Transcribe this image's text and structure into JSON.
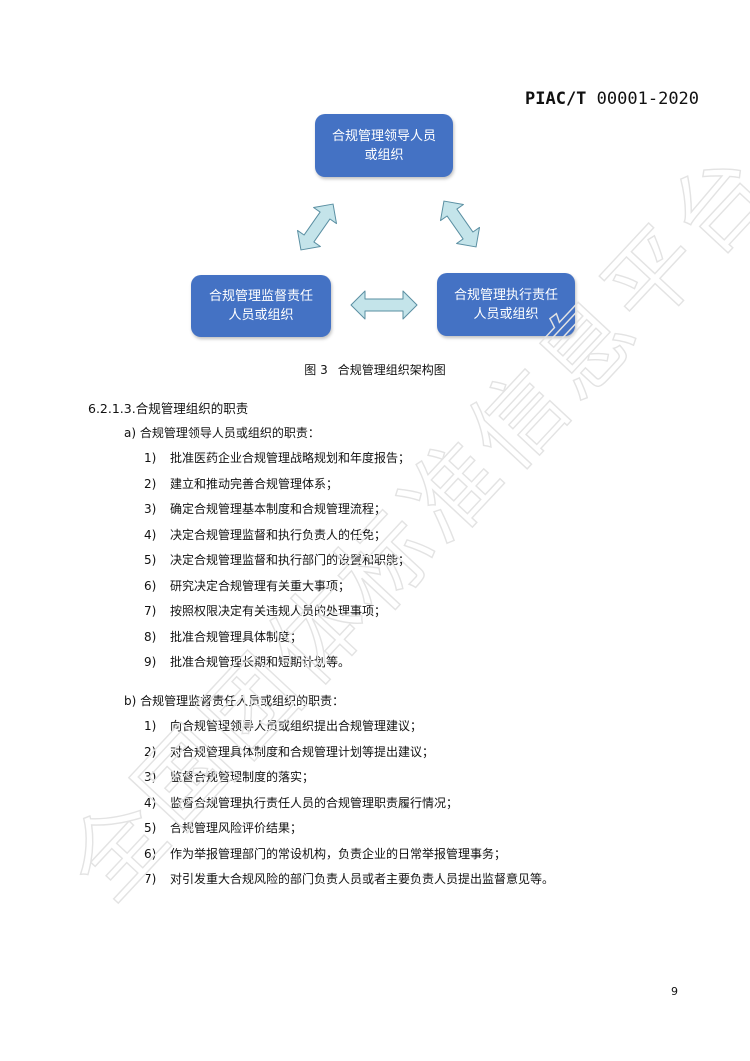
{
  "header": {
    "code_bold": "PIAC/T",
    "code_rest": "00001-2020"
  },
  "diagram": {
    "boxes": {
      "top": "合规管理领导人员或组织",
      "left": "合规管理监督责任人员或组织",
      "right": "合规管理执行责任人员或组织"
    },
    "box_color": "#4472c4",
    "arrow_color": "#c4e4ea",
    "arrow_stroke": "#5a8fa2"
  },
  "figure": {
    "label": "图 3",
    "title": "合规管理组织架构图"
  },
  "section": {
    "number": "6.2.1.3.",
    "title": "合规管理组织的职责"
  },
  "lists": [
    {
      "heading": "a) 合规管理领导人员或组织的职责：",
      "items": [
        {
          "num": "1)",
          "text": "批准医药企业合规管理战略规划和年度报告；"
        },
        {
          "num": "2)",
          "text": "建立和推动完善合规管理体系；"
        },
        {
          "num": "3)",
          "text": "确定合规管理基本制度和合规管理流程；"
        },
        {
          "num": "4)",
          "text": "决定合规管理监督和执行负责人的任免；"
        },
        {
          "num": "5)",
          "text": "决定合规管理监督和执行部门的设置和职能；"
        },
        {
          "num": "6)",
          "text": "研究决定合规管理有关重大事项；"
        },
        {
          "num": "7)",
          "text": "按照权限决定有关违规人员的处理事项；"
        },
        {
          "num": "8)",
          "text": "批准合规管理具体制度；"
        },
        {
          "num": "9)",
          "text": "批准合规管理长期和短期计划等。"
        }
      ]
    },
    {
      "heading": "b) 合规管理监督责任人员或组织的职责：",
      "items": [
        {
          "num": "1)",
          "text": "向合规管理领导人员或组织提出合规管理建议；"
        },
        {
          "num": "2)",
          "text": "对合规管理具体制度和合规管理计划等提出建议；"
        },
        {
          "num": "3)",
          "text": "监督合规管理制度的落实；"
        },
        {
          "num": "4)",
          "text": "监督合规管理执行责任人员的合规管理职责履行情况；"
        },
        {
          "num": "5)",
          "text": "合规管理风险评价结果；"
        },
        {
          "num": "6)",
          "text": "作为举报管理部门的常设机构，负责企业的日常举报管理事务；"
        },
        {
          "num": "7)",
          "text": "对引发重大合规风险的部门负责人员或者主要负责人员提出监督意见等。"
        }
      ]
    }
  ],
  "page_number": "9",
  "watermark": {
    "text": "全国团体标准信息平台",
    "color": "#e3e3e3"
  }
}
